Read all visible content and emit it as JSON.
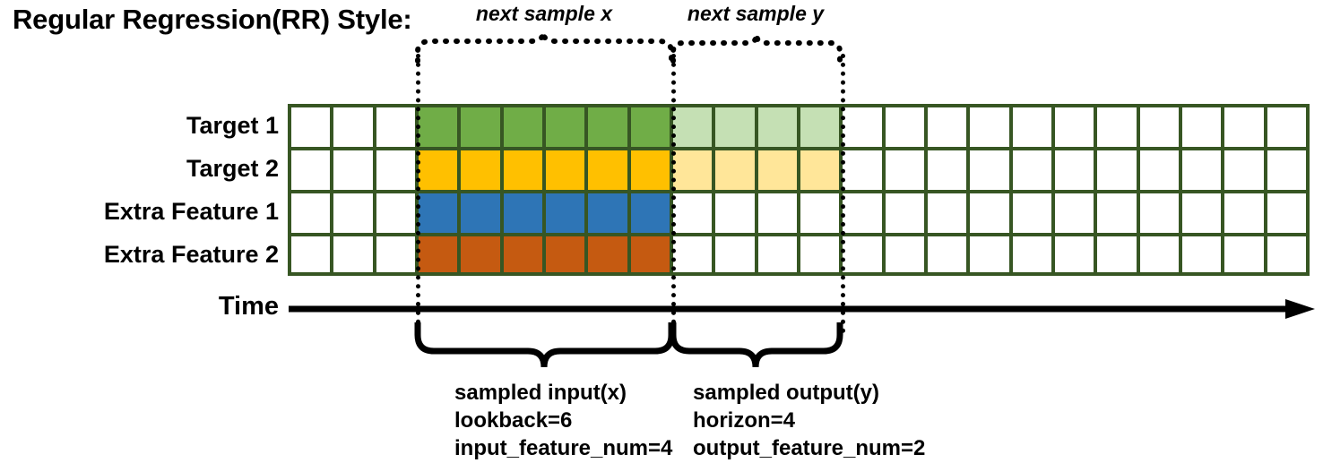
{
  "title": "Regular Regression(RR) Style:",
  "rows": [
    {
      "label": "Target 1",
      "name": "target-1"
    },
    {
      "label": "Target 2",
      "name": "target-2"
    },
    {
      "label": "Extra Feature 1",
      "name": "extra-feature-1"
    },
    {
      "label": "Extra Feature 2",
      "name": "extra-feature-2"
    }
  ],
  "axis": {
    "label": "Time"
  },
  "grid": {
    "columns": 24,
    "empty_leading_columns": 3,
    "input_columns": 6,
    "output_columns": 4
  },
  "colors": {
    "grid_line": "#375623",
    "empty": "#ffffff",
    "target_1_input": "#70AD47",
    "target_1_output": "#C5E0B4",
    "target_2_input": "#FFC000",
    "target_2_output": "#FFE699",
    "extra_feature_1_input": "#2E75B6",
    "extra_feature_2_input": "#C55A11"
  },
  "cell_fills": [
    [
      "#ffffff",
      "#ffffff",
      "#ffffff",
      "#70AD47",
      "#70AD47",
      "#70AD47",
      "#70AD47",
      "#70AD47",
      "#70AD47",
      "#C5E0B4",
      "#C5E0B4",
      "#C5E0B4",
      "#C5E0B4",
      "#ffffff",
      "#ffffff",
      "#ffffff",
      "#ffffff",
      "#ffffff",
      "#ffffff",
      "#ffffff",
      "#ffffff",
      "#ffffff",
      "#ffffff",
      "#ffffff"
    ],
    [
      "#ffffff",
      "#ffffff",
      "#ffffff",
      "#FFC000",
      "#FFC000",
      "#FFC000",
      "#FFC000",
      "#FFC000",
      "#FFC000",
      "#FFE699",
      "#FFE699",
      "#FFE699",
      "#FFE699",
      "#ffffff",
      "#ffffff",
      "#ffffff",
      "#ffffff",
      "#ffffff",
      "#ffffff",
      "#ffffff",
      "#ffffff",
      "#ffffff",
      "#ffffff",
      "#ffffff"
    ],
    [
      "#ffffff",
      "#ffffff",
      "#ffffff",
      "#2E75B6",
      "#2E75B6",
      "#2E75B6",
      "#2E75B6",
      "#2E75B6",
      "#2E75B6",
      "#ffffff",
      "#ffffff",
      "#ffffff",
      "#ffffff",
      "#ffffff",
      "#ffffff",
      "#ffffff",
      "#ffffff",
      "#ffffff",
      "#ffffff",
      "#ffffff",
      "#ffffff",
      "#ffffff",
      "#ffffff",
      "#ffffff"
    ],
    [
      "#ffffff",
      "#ffffff",
      "#ffffff",
      "#C55A11",
      "#C55A11",
      "#C55A11",
      "#C55A11",
      "#C55A11",
      "#C55A11",
      "#ffffff",
      "#ffffff",
      "#ffffff",
      "#ffffff",
      "#ffffff",
      "#ffffff",
      "#ffffff",
      "#ffffff",
      "#ffffff",
      "#ffffff",
      "#ffffff",
      "#ffffff",
      "#ffffff",
      "#ffffff",
      "#ffffff"
    ]
  ],
  "top_annotations": [
    {
      "name": "next-sample-x",
      "text": "next sample x"
    },
    {
      "name": "next-sample-y",
      "text": "next sample y"
    }
  ],
  "bottom_annotations": [
    {
      "name": "sampled-input",
      "line1": "sampled input(x)",
      "line2": "lookback=6",
      "line3": "input_feature_num=4"
    },
    {
      "name": "sampled-output",
      "line1": "sampled output(y)",
      "line2": "horizon=4",
      "line3": "output_feature_num=2"
    }
  ]
}
